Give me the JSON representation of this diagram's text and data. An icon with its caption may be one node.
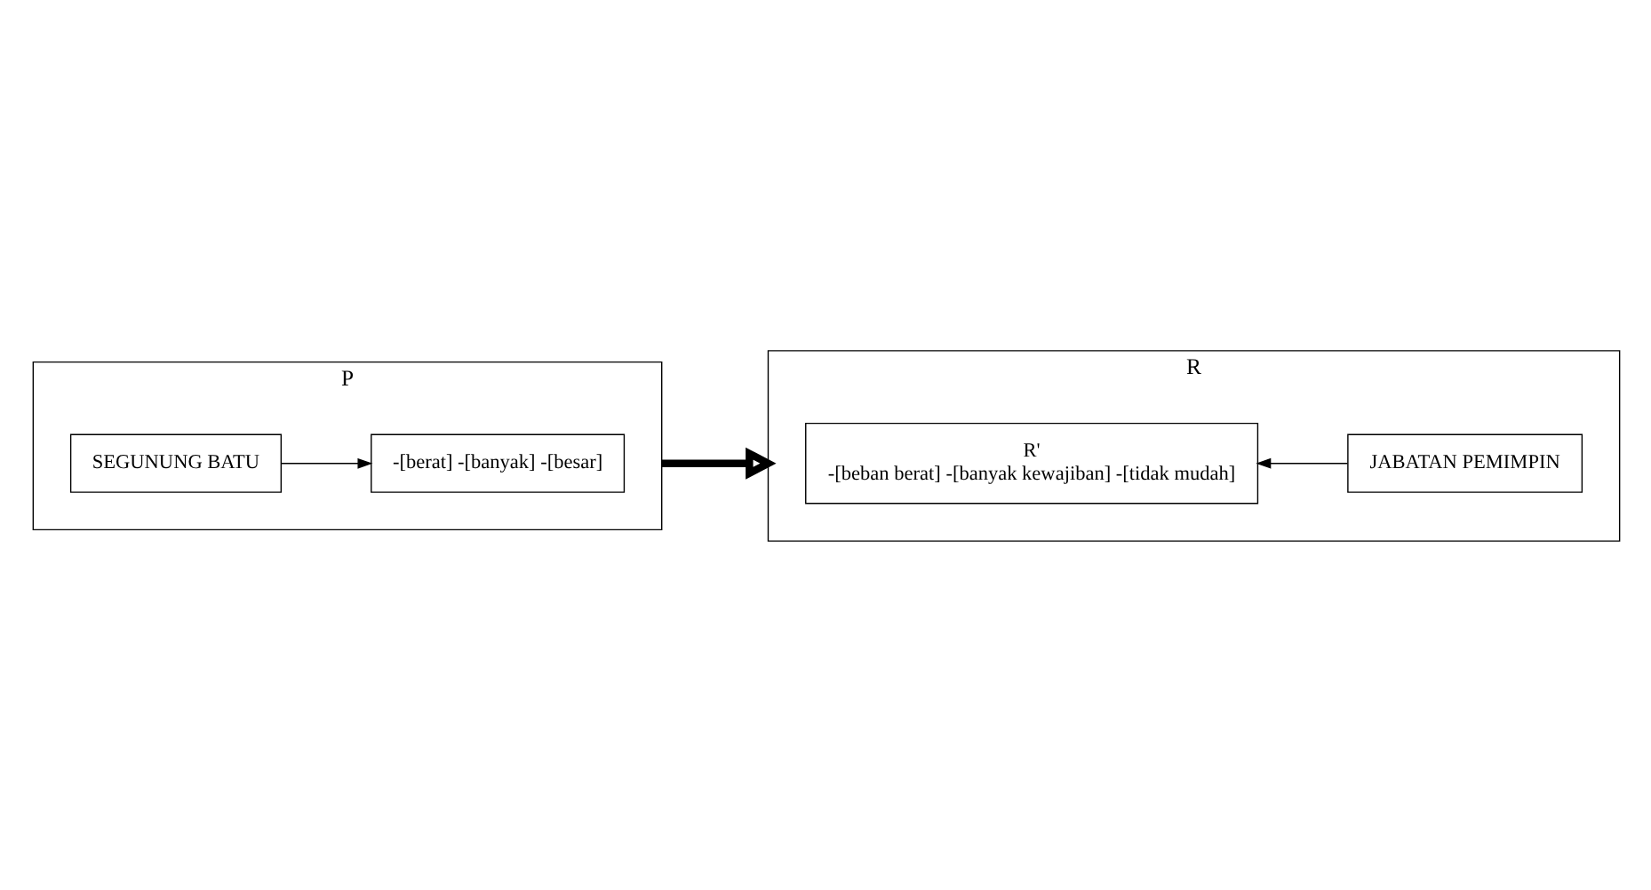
{
  "diagram": {
    "nodes": [
      {
        "text": [
          "P"
        ]
      },
      {
        "text": [
          "SEGUNUNG BATU"
        ],
        "in": 0
      },
      {
        "text": [
          "-[berat] -[banyak] -[besar]"
        ],
        "in": 0
      },
      {
        "text": [
          "R"
        ]
      },
      {
        "text": [
          "R'",
          "-[beban berat] -[banyak kewajiban] -[tidak mudah]"
        ],
        "in": 3
      },
      {
        "text": [
          "JABATAN PEMIMPIN"
        ],
        "in": 3
      }
    ],
    "edges": [
      {
        "from": 1,
        "to": 2,
        "arrow": "to"
      },
      {
        "from": 0,
        "to": 3,
        "arrow": "to",
        "style": "thick"
      },
      {
        "from": 5,
        "to": 4,
        "arrow": "to"
      }
    ]
  }
}
